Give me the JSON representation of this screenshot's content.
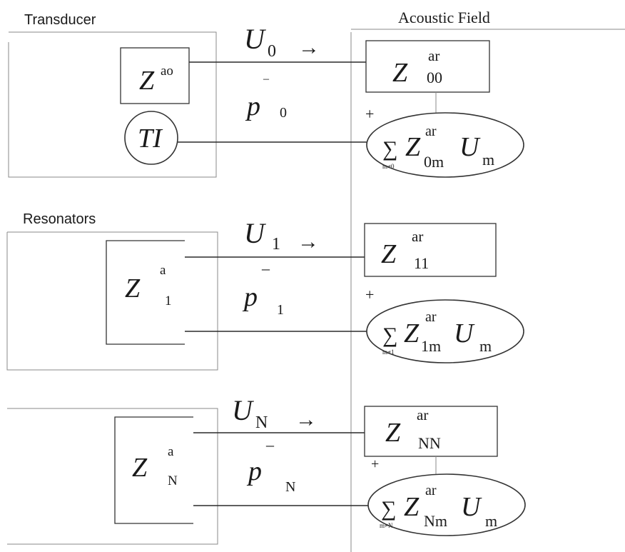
{
  "labels": {
    "transducer": "Transducer",
    "acoustic_field": "Acoustic Field",
    "resonators": "Resonators"
  },
  "transducer": {
    "internal_impedance": {
      "base": "Z",
      "sup": "ao"
    },
    "source": "TI",
    "volume_velocity": {
      "base": "U",
      "sub": "0",
      "arrow": "→"
    },
    "pressure": {
      "base": "p",
      "sub": "0",
      "bar": "–"
    },
    "self_radiation": {
      "base": "Z",
      "sup": "ar",
      "sub": "00"
    },
    "mutual_sum": {
      "sum": "∑",
      "range": "m≠0",
      "z": "Z",
      "sup": "ar",
      "sub": "0m",
      "u": "U",
      "usub": "m"
    }
  },
  "resonator_1": {
    "impedance": {
      "base": "Z",
      "sup": "a",
      "sub": "1"
    },
    "volume_velocity": {
      "base": "U",
      "sub": "1",
      "arrow": "→"
    },
    "pressure": {
      "base": "p",
      "sub": "1",
      "bar": "–"
    },
    "self_radiation": {
      "base": "Z",
      "sup": "ar",
      "sub": "11"
    },
    "mutual_sum": {
      "sum": "∑",
      "range": "m≠1",
      "z": "Z",
      "sup": "ar",
      "sub": "1m",
      "u": "U",
      "usub": "m"
    }
  },
  "resonator_N": {
    "impedance": {
      "base": "Z",
      "sup": "a",
      "sub": "N"
    },
    "volume_velocity": {
      "base": "U",
      "sub": "N",
      "arrow": "→"
    },
    "pressure": {
      "base": "p",
      "sub": "N",
      "bar": "–"
    },
    "self_radiation": {
      "base": "Z",
      "sup": "ar",
      "sub": "NN"
    },
    "mutual_sum": {
      "sum": "∑",
      "range": "m≠N",
      "z": "Z",
      "sup": "ar",
      "sub": "Nm",
      "u": "U",
      "usub": "m"
    }
  },
  "polarity": {
    "plus": "+"
  }
}
